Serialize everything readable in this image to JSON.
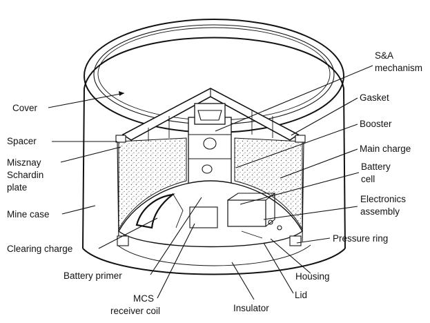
{
  "labels": {
    "cover": "Cover",
    "spacer": "Spacer",
    "misznay_1": "Misznay",
    "misznay_2": "Schardin",
    "misznay_3": "plate",
    "mine_case": "Mine case",
    "clearing_charge": "Clearing charge",
    "battery_primer": "Battery primer",
    "mcs_1": "MCS",
    "mcs_2": "receiver coil",
    "insulator": "Insulator",
    "lid": "Lid",
    "housing": "Housing",
    "pressure_ring": "Pressure ring",
    "electronics_1": "Electronics",
    "electronics_2": "assembly",
    "battery_1": "Battery",
    "battery_2": "cell",
    "main_charge": "Main charge",
    "booster": "Booster",
    "gasket": "Gasket",
    "sa_1": "S&A",
    "sa_2": "mechanism"
  }
}
